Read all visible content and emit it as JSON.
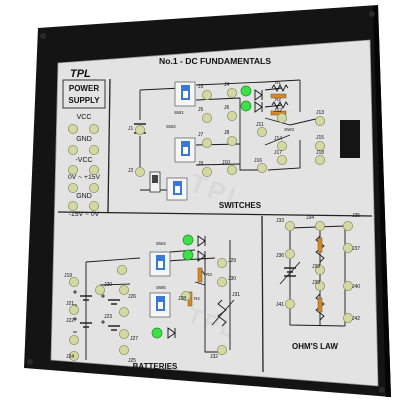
{
  "panel": {
    "logo": "TPL",
    "title": "No.1 - DC FUNDAMENTALS",
    "watermark": "TPL"
  },
  "power_supply": {
    "title_line1": "POWER",
    "title_line2": "SUPPLY",
    "rails": [
      "VCC",
      "GND",
      "-VCC",
      "0V ~ +15V",
      "GND",
      "-15V ~ 0V"
    ]
  },
  "sections": {
    "switches": "SWITCHES",
    "batteries": "BATTERIES",
    "ohms_law": "OHM'S LAW"
  },
  "switch_labels": [
    "SW1",
    "SW2",
    "SW3",
    "SW4",
    "SW5"
  ],
  "resistor_labels": [
    "R1",
    "R2",
    "R3",
    "R4"
  ],
  "jacks": {
    "switches": [
      "J1",
      "J2",
      "J3",
      "J4",
      "J5",
      "J6",
      "J7",
      "J8",
      "J9",
      "J10",
      "J11",
      "J12",
      "J13",
      "J14",
      "J15",
      "J16",
      "J17",
      "J18"
    ],
    "batteries": [
      "J19",
      "J20",
      "J21",
      "J22",
      "J23",
      "J24",
      "J25",
      "J26",
      "J27",
      "J28",
      "J29",
      "J30",
      "J31",
      "J32"
    ],
    "ohms": [
      "J33",
      "J34",
      "J35",
      "J36",
      "J37",
      "J38",
      "J39",
      "J40",
      "J41",
      "J42"
    ]
  },
  "colors": {
    "frame": "#1a1a1a",
    "panel": "#e3e3e3",
    "jack": "#d4d9a3",
    "led": "#3ee048",
    "switch_body": "#3a78d6"
  }
}
